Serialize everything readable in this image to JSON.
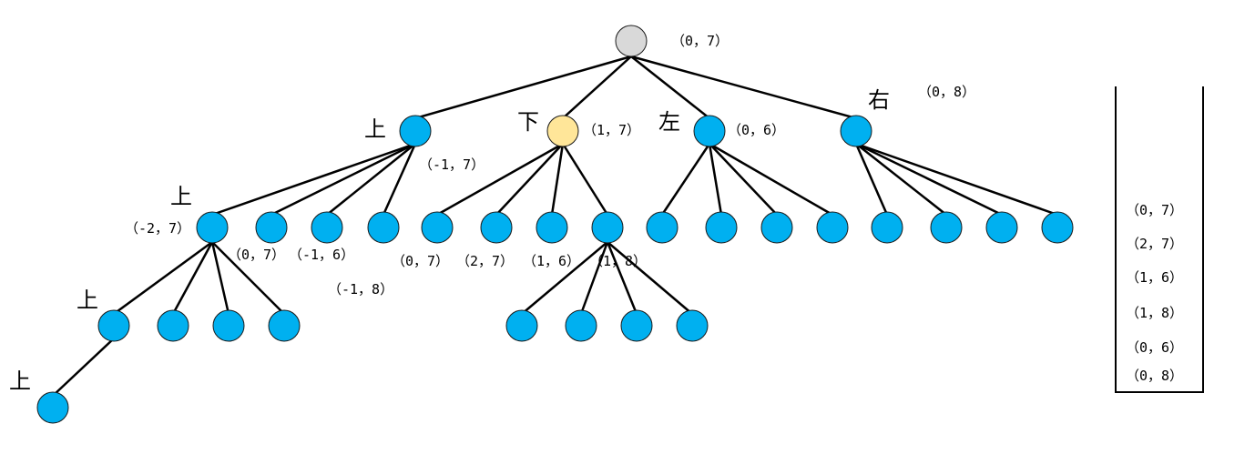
{
  "colors": {
    "root": "#d9d9d9",
    "current": "#ffe699",
    "default": "#00b0f0"
  },
  "tree": {
    "root_label": "（0，7）",
    "branch_labels": {
      "up": "上",
      "down": "下",
      "left": "左",
      "right": "右"
    },
    "level1_coords": {
      "up": "（-1，7）",
      "down": "（1，7）",
      "left": "（0，6）",
      "right": "（0，8）"
    },
    "level2_up_coords": [
      "（-2，7）",
      "（0，7）",
      "（-1，6）",
      "（-1，8）"
    ],
    "level2_down_coords": [
      "（0，7）",
      "（2，7）",
      "（1，6）",
      "（1，8）"
    ]
  },
  "stack": {
    "items": [
      "（0，7）",
      "（2，7）",
      "（1，6）",
      "（1，8）",
      "（0，6）",
      "（0，8）"
    ]
  }
}
